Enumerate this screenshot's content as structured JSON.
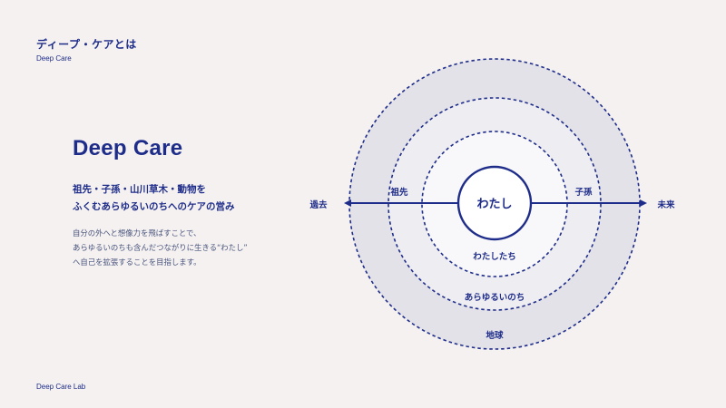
{
  "header": {
    "title": "ディープ・ケアとは",
    "subtitle": "Deep Care"
  },
  "main": {
    "heading": "Deep Care",
    "lead_lines": [
      "祖先・子孫・山川草木・動物を",
      "ふくむあらゆるいのちへのケアの営み"
    ],
    "body_lines": [
      "自分の外へと想像力を飛ばすことで、",
      "あらゆるいのちも含んだつながりに生きる“わたし”",
      "へ自己を拡張することを目指します。"
    ]
  },
  "footer": {
    "label": "Deep Care Lab"
  },
  "diagram": {
    "center_label": "わたし",
    "rings": [
      "わたしたち",
      "あらゆるいのち",
      "地球"
    ],
    "axis": {
      "left_outer": "過去",
      "left_inner": "祖先",
      "right_inner": "子孫",
      "right_outer": "未来"
    }
  },
  "colors": {
    "primary": "#1f2d8a",
    "background": "#f4f1f0",
    "outer_band": "#e3e2e8",
    "mid_band": "#eeedf1",
    "inner_fill": "#f8f8fa"
  }
}
